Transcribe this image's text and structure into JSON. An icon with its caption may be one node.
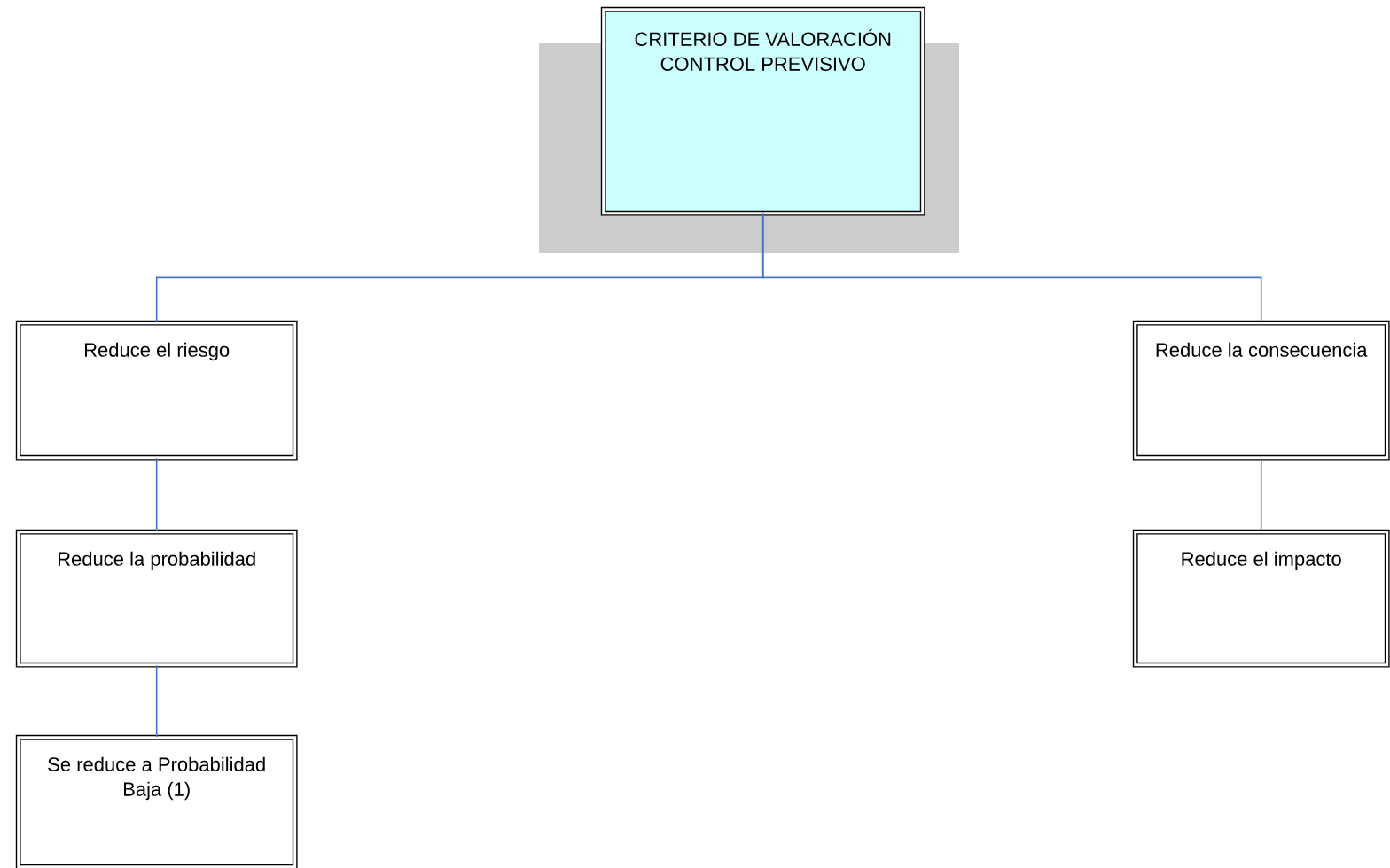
{
  "diagram": {
    "nodes": [
      {
        "text": [
          "CRITERIO DE VALORACIÓN CONTROL PREVISIVO"
        ]
      },
      {
        "text": [
          "Reduce el riesgo"
        ]
      },
      {
        "text": [
          "Reduce la probabilidad"
        ]
      },
      {
        "text": [
          "Se reduce a Probabilidad Baja (1)"
        ]
      },
      {
        "text": [
          "Reduce la consecuencia"
        ]
      },
      {
        "text": [
          "Reduce el impacto"
        ]
      }
    ],
    "edges": [
      {
        "from": 0,
        "to": 1,
        "arrow": "none"
      },
      {
        "from": 0,
        "to": 4,
        "arrow": "none"
      },
      {
        "from": 1,
        "to": 2,
        "arrow": "none"
      },
      {
        "from": 2,
        "to": 3,
        "arrow": "none"
      },
      {
        "from": 4,
        "to": 5,
        "arrow": "none"
      }
    ]
  }
}
